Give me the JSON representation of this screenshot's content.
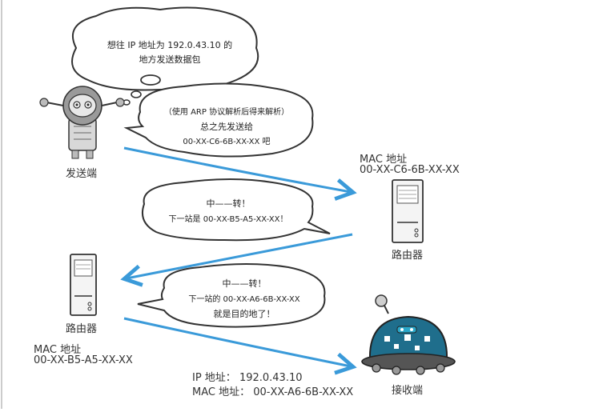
{
  "colors": {
    "arrow": "#3a9ad9",
    "bubble_stroke": "#333333",
    "receiver_body": "#1f6e8c"
  },
  "sender": {
    "label": "发送端"
  },
  "receiver": {
    "label": "接收端"
  },
  "router_right": {
    "label": "路由器",
    "mac_heading": "MAC 地址",
    "mac_value": "00-XX-C6-6B-XX-XX"
  },
  "router_left": {
    "label": "路由器",
    "mac_heading": "MAC 地址",
    "mac_value": "00-XX-B5-A5-XX-XX"
  },
  "destination": {
    "ip_line": "IP 地址：  192.0.43.10",
    "mac_line": "MAC 地址：  00-XX-A6-6B-XX-XX"
  },
  "bubbles": {
    "sender_thought": {
      "line1": "想往 IP 地址为 192.0.43.10 的",
      "line2": "地方发送数据包"
    },
    "sender_speech": {
      "line1": "（使用 ARP 协议解析后得来解析）",
      "line2": "总之先发送给",
      "line3": "00-XX-C6-6B-XX-XX 吧"
    },
    "router1_speech": {
      "line1": "中——转！",
      "line2": "下一站是 00-XX-B5-A5-XX-XX！"
    },
    "router2_speech": {
      "line1": "中——转！",
      "line2": "下一站的 00-XX-A6-6B-XX-XX",
      "line3": "就是目的地了！"
    }
  }
}
